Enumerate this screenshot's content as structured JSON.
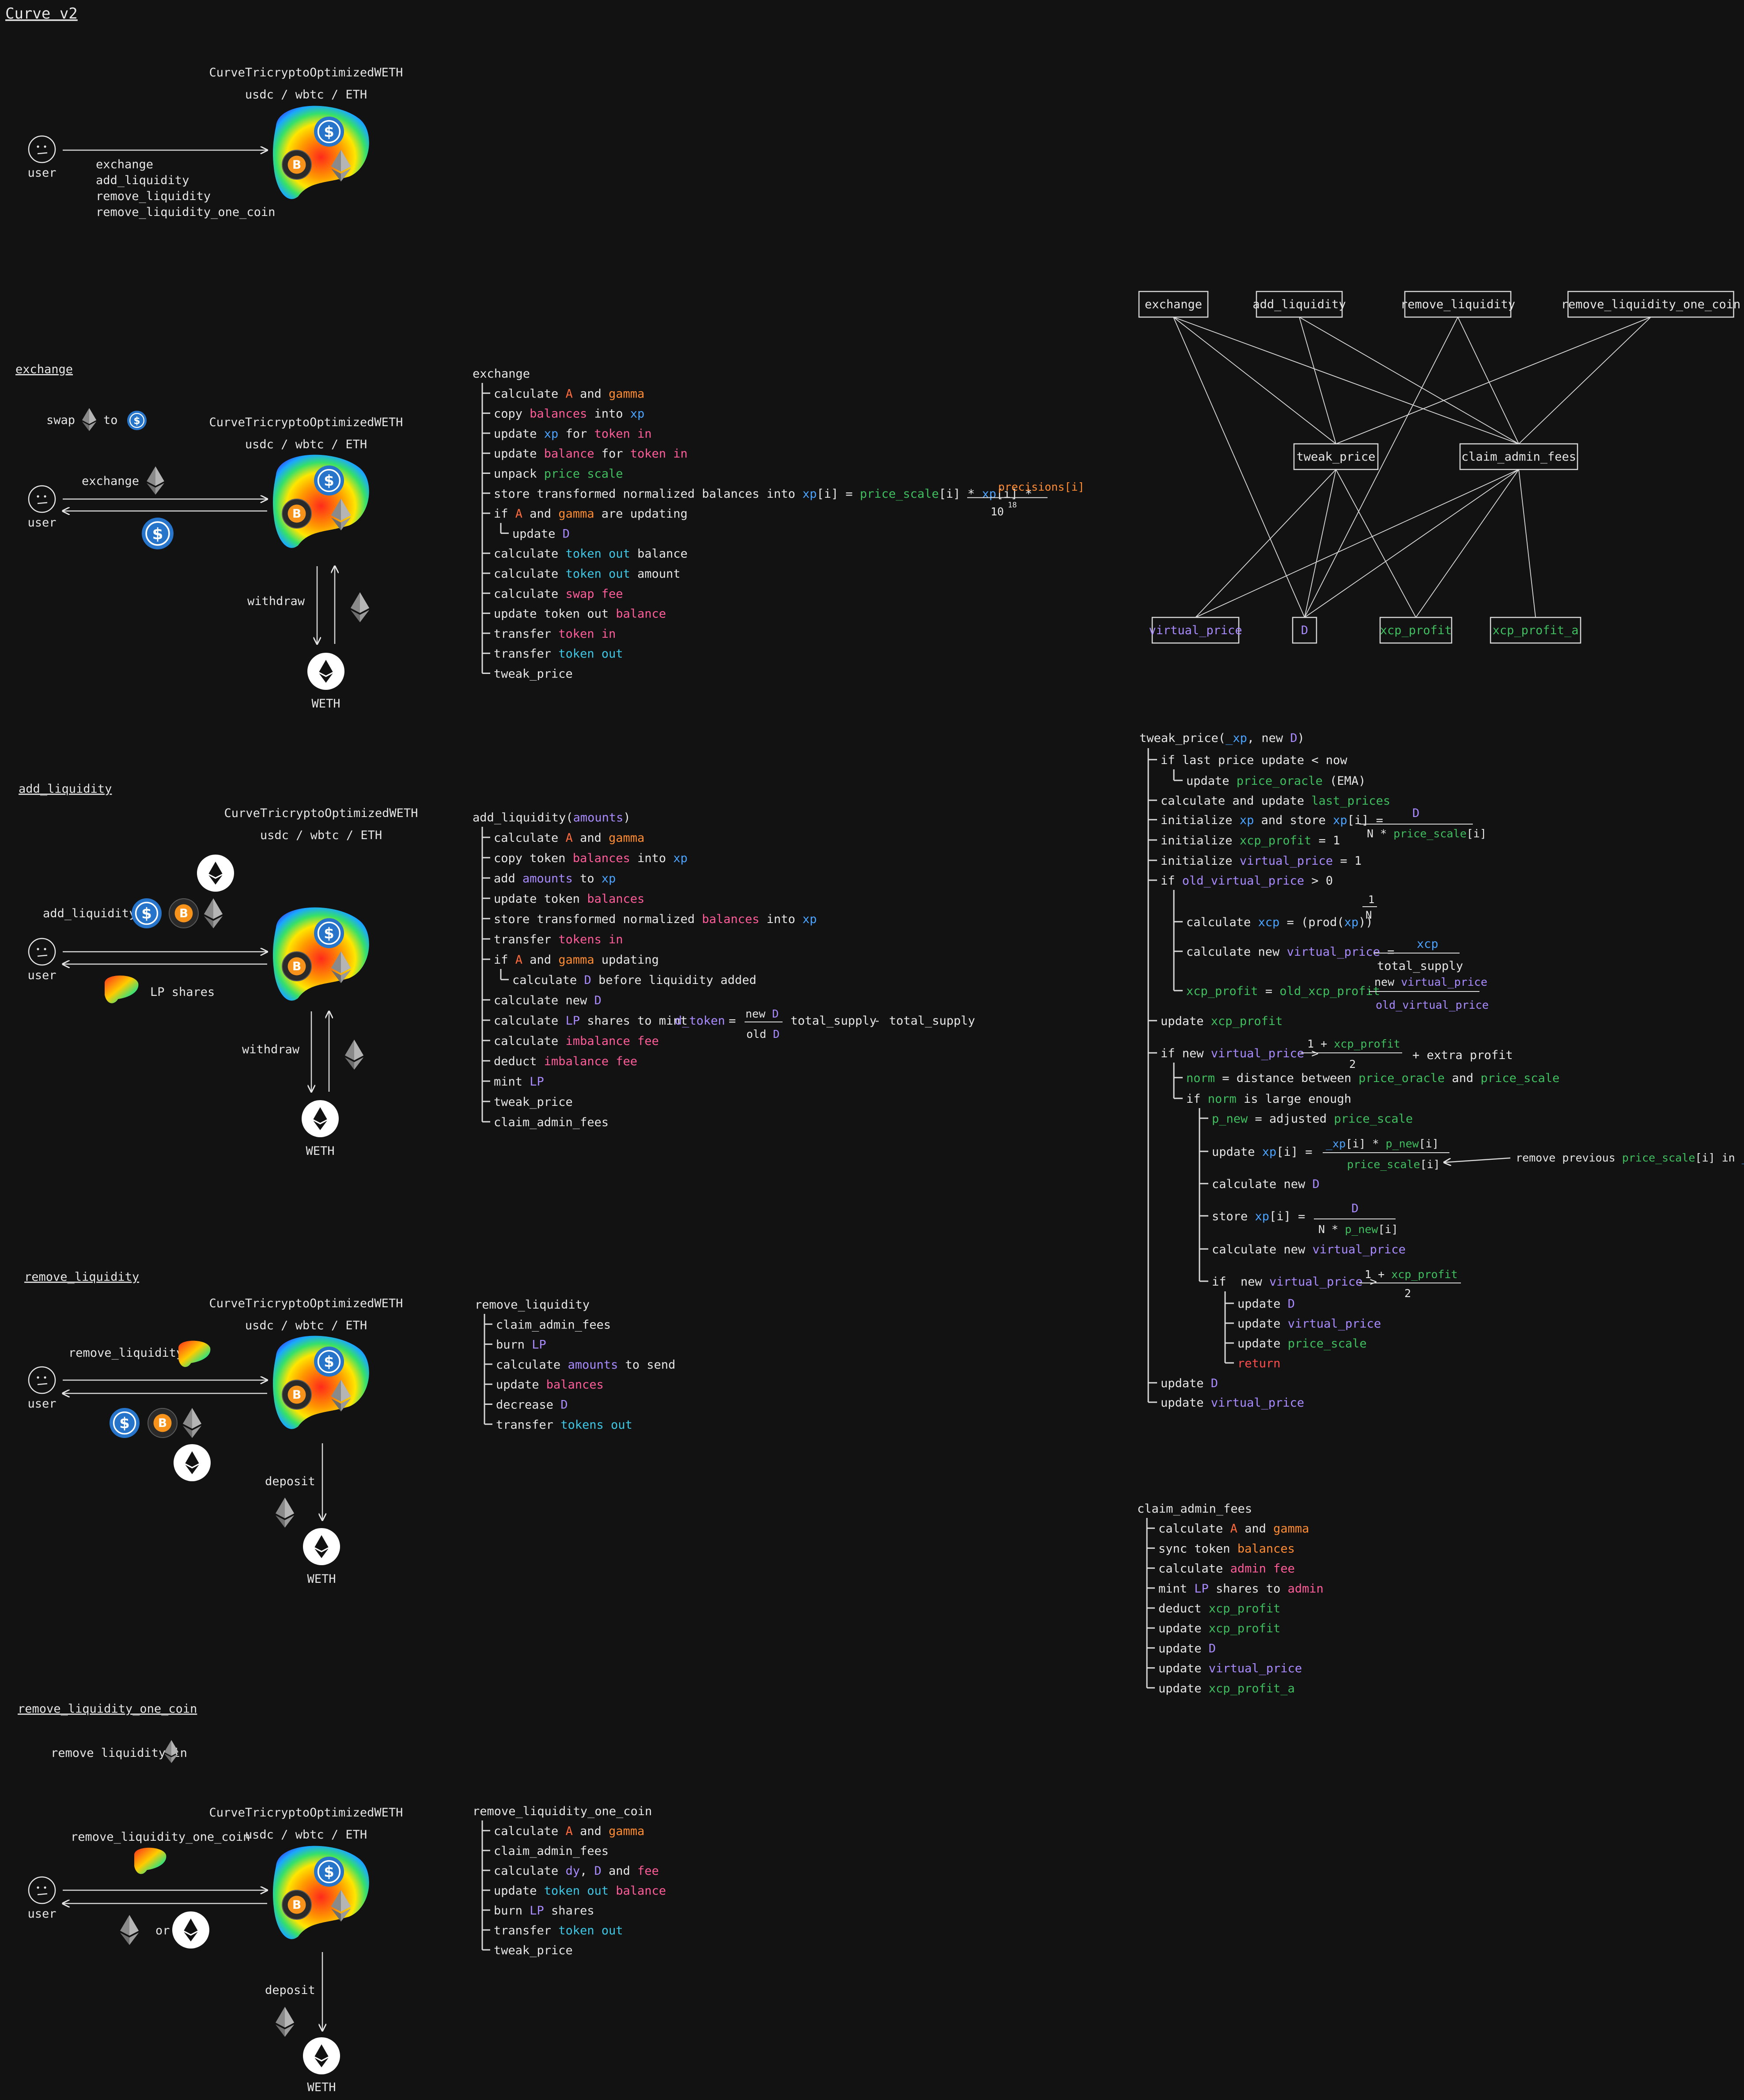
{
  "title": "Curve v2",
  "colors": {
    "bg": "#121212",
    "fg": "#e6e6e6",
    "line": "#d9d9d9",
    "A": "#ff6b3d",
    "gamma": "#ff8c33",
    "xp": "#4aa3ff",
    "blue": "#4aa3ff",
    "teal": "#3ec8e6",
    "green": "#3fbf5f",
    "purple": "#a98bff",
    "pink": "#ff5c9a",
    "red": "#ff4d4d",
    "orange": "#ff8c33"
  },
  "pool": {
    "name": "CurveTricryptoOptimizedWETH",
    "tokens": "usdc / wbtc / ETH",
    "icons": [
      "usdc-coin",
      "wbtc-coin",
      "eth-diamond"
    ]
  },
  "overview": {
    "user_label": "user",
    "functions": [
      "exchange",
      "add_liquidity",
      "remove_liquidity",
      "remove_liquidity_one_coin"
    ]
  },
  "exchange_section": {
    "heading": "exchange",
    "swap_label": "swap",
    "to_label": "to",
    "arrow_label": "exchange",
    "withdraw_label": "withdraw",
    "weth_label": "WETH",
    "user_label": "user"
  },
  "add_liquidity_section": {
    "heading": "add_liquidity",
    "arrow_label": "add_liquidity",
    "lp_label": "LP shares",
    "withdraw_label": "withdraw",
    "weth_label": "WETH",
    "user_label": "user"
  },
  "remove_liquidity_section": {
    "heading": "remove_liquidity",
    "arrow_label": "remove_liquidity",
    "deposit_label": "deposit",
    "weth_label": "WETH",
    "user_label": "user"
  },
  "remove_one_section": {
    "heading": "remove_liquidity_one_coin",
    "intro_label": "remove liquidity in",
    "arrow_label": "remove_liquidity_one_coin",
    "or_label": "or",
    "deposit_label": "deposit",
    "weth_label": "WETH",
    "user_label": "user"
  },
  "exchange_code": {
    "header": "exchange",
    "lines": [
      [
        [
          "calculate ",
          "fg"
        ],
        [
          "A",
          "A"
        ],
        [
          " and ",
          "fg"
        ],
        [
          "gamma",
          "gamma"
        ]
      ],
      [
        [
          "copy ",
          "fg"
        ],
        [
          "balances",
          "pink"
        ],
        [
          " into ",
          "fg"
        ],
        [
          "xp",
          "xp"
        ]
      ],
      [
        [
          "update ",
          "fg"
        ],
        [
          "xp",
          "xp"
        ],
        [
          " for ",
          "fg"
        ],
        [
          "token in",
          "pink"
        ]
      ],
      [
        [
          "update ",
          "fg"
        ],
        [
          "balance",
          "pink"
        ],
        [
          " for ",
          "fg"
        ],
        [
          "token in",
          "pink"
        ]
      ],
      [
        [
          "unpack ",
          "fg"
        ],
        [
          "price scale",
          "green"
        ]
      ],
      [
        [
          "store transformed normalized balances into ",
          "fg"
        ],
        [
          "xp",
          "xp"
        ],
        [
          "[i] = ",
          "fg"
        ],
        [
          "price_scale",
          "green"
        ],
        [
          "[i] * ",
          "fg"
        ],
        [
          "xp",
          "xp"
        ],
        [
          "[i] *",
          "fg"
        ]
      ],
      [
        [
          "if ",
          "fg"
        ],
        [
          "A",
          "A"
        ],
        [
          " and ",
          "fg"
        ],
        [
          "gamma",
          "gamma"
        ],
        [
          " are updating",
          "fg"
        ]
      ],
      [
        [
          "update ",
          "fg"
        ],
        [
          "D",
          "purple"
        ]
      ],
      [
        [
          "calculate ",
          "fg"
        ],
        [
          "token out",
          "teal"
        ],
        [
          " balance",
          "fg"
        ]
      ],
      [
        [
          "calculate ",
          "fg"
        ],
        [
          "token out",
          "teal"
        ],
        [
          " amount",
          "fg"
        ]
      ],
      [
        [
          "calculate ",
          "fg"
        ],
        [
          "swap fee",
          "pink"
        ]
      ],
      [
        [
          "update token out ",
          "fg"
        ],
        [
          "balance",
          "pink"
        ]
      ],
      [
        [
          "transfer ",
          "fg"
        ],
        [
          "token in",
          "pink"
        ]
      ],
      [
        [
          "transfer ",
          "fg"
        ],
        [
          "token out",
          "teal"
        ]
      ],
      [
        [
          "tweak_price",
          "fg"
        ]
      ]
    ],
    "fraction_num": "precisions[i]",
    "fraction_den": "10",
    "fraction_exp": "18"
  },
  "add_code": {
    "header": "add_liquidity(",
    "header_arg": "amounts",
    "header_close": ")",
    "lines": [
      [
        [
          "calculate ",
          "fg"
        ],
        [
          "A",
          "A"
        ],
        [
          " and ",
          "fg"
        ],
        [
          "gamma",
          "gamma"
        ]
      ],
      [
        [
          "copy token ",
          "fg"
        ],
        [
          "balances",
          "pink"
        ],
        [
          " into ",
          "fg"
        ],
        [
          "xp",
          "xp"
        ]
      ],
      [
        [
          "add ",
          "fg"
        ],
        [
          "amounts",
          "purple"
        ],
        [
          " to ",
          "fg"
        ],
        [
          "xp",
          "xp"
        ]
      ],
      [
        [
          "update token ",
          "fg"
        ],
        [
          "balances",
          "pink"
        ]
      ],
      [
        [
          "store transformed normalized ",
          "fg"
        ],
        [
          "balances",
          "pink"
        ],
        [
          " into ",
          "fg"
        ],
        [
          "xp",
          "xp"
        ]
      ],
      [
        [
          "transfer ",
          "fg"
        ],
        [
          "tokens in",
          "pink"
        ]
      ],
      [
        [
          "if ",
          "fg"
        ],
        [
          "A",
          "A"
        ],
        [
          " and ",
          "fg"
        ],
        [
          "gamma",
          "gamma"
        ],
        [
          " updating",
          "fg"
        ]
      ],
      [
        [
          "calculate ",
          "fg"
        ],
        [
          "D",
          "purple"
        ],
        [
          " before liquidity added",
          "fg"
        ]
      ],
      [
        [
          "calculate new ",
          "fg"
        ],
        [
          "D",
          "purple"
        ]
      ],
      [
        [
          "calculate ",
          "fg"
        ],
        [
          "LP",
          "purple"
        ],
        [
          " shares to mint",
          "fg"
        ]
      ],
      [
        [
          "calculate ",
          "fg"
        ],
        [
          "imbalance fee",
          "pink"
        ]
      ],
      [
        [
          "deduct ",
          "fg"
        ],
        [
          "imbalance fee",
          "pink"
        ]
      ],
      [
        [
          "mint ",
          "fg"
        ],
        [
          "LP",
          "purple"
        ]
      ],
      [
        [
          "tweak_price",
          "fg"
        ]
      ],
      [
        [
          "claim_admin_fees",
          "fg"
        ]
      ]
    ],
    "dtoken": "d_token",
    "eq": "=",
    "new_label": "new",
    "old_label": "old",
    "D_label": "D",
    "total_supply": "total_supply",
    "minus": "-"
  },
  "remove_code": {
    "header": "remove_liquidity",
    "lines": [
      [
        [
          "claim_admin_fees",
          "fg"
        ]
      ],
      [
        [
          "burn ",
          "fg"
        ],
        [
          "LP",
          "purple"
        ]
      ],
      [
        [
          "calculate ",
          "fg"
        ],
        [
          "amounts",
          "purple"
        ],
        [
          " to send",
          "fg"
        ]
      ],
      [
        [
          "update ",
          "fg"
        ],
        [
          "balances",
          "pink"
        ]
      ],
      [
        [
          "decrease ",
          "fg"
        ],
        [
          "D",
          "purple"
        ]
      ],
      [
        [
          "transfer ",
          "fg"
        ],
        [
          "tokens out",
          "teal"
        ]
      ]
    ]
  },
  "remove_one_code": {
    "header": "remove_liquidity_one_coin",
    "lines": [
      [
        [
          "calculate ",
          "fg"
        ],
        [
          "A",
          "A"
        ],
        [
          " and ",
          "fg"
        ],
        [
          "gamma",
          "gamma"
        ]
      ],
      [
        [
          "claim_admin_fees",
          "fg"
        ]
      ],
      [
        [
          "calculate ",
          "fg"
        ],
        [
          "dy",
          "purple"
        ],
        [
          ", ",
          "fg"
        ],
        [
          "D",
          "purple"
        ],
        [
          " and ",
          "fg"
        ],
        [
          "fee",
          "pink"
        ]
      ],
      [
        [
          "update ",
          "fg"
        ],
        [
          "token out",
          "teal"
        ],
        [
          " ",
          "fg"
        ],
        [
          "balance",
          "pink"
        ]
      ],
      [
        [
          "burn ",
          "fg"
        ],
        [
          "LP",
          "purple"
        ],
        [
          " shares",
          "fg"
        ]
      ],
      [
        [
          "transfer ",
          "fg"
        ],
        [
          "token out",
          "teal"
        ]
      ],
      [
        [
          "tweak_price",
          "fg"
        ]
      ]
    ]
  },
  "graph": {
    "top": [
      "exchange",
      "add_liquidity",
      "remove_liquidity",
      "remove_liquidity_one_coin"
    ],
    "middle": [
      "tweak_price",
      "claim_admin_fees"
    ],
    "bottom": [
      "virtual_price",
      "D",
      "xcp_profit",
      "xcp_profit_a"
    ]
  },
  "tweak_code": {
    "header": [
      [
        "tweak_price(",
        "fg"
      ],
      [
        "_xp",
        "xp"
      ],
      [
        ", new ",
        "fg"
      ],
      [
        "D",
        "purple"
      ],
      [
        ")",
        "fg"
      ]
    ],
    "lines": [
      [
        [
          "if last price update < now",
          "fg"
        ]
      ],
      [
        [
          "update ",
          "fg"
        ],
        [
          "price_oracle",
          "green"
        ],
        [
          " (EMA)",
          "fg"
        ]
      ],
      [
        [
          "calculate and update ",
          "fg"
        ],
        [
          "last_prices",
          "green"
        ]
      ],
      [
        [
          "initialize ",
          "fg"
        ],
        [
          "xp",
          "xp"
        ],
        [
          " and store ",
          "fg"
        ],
        [
          "xp",
          "xp"
        ],
        [
          "[i] =",
          "fg"
        ]
      ],
      [
        [
          "initialize ",
          "fg"
        ],
        [
          "xcp_profit",
          "green"
        ],
        [
          " = 1",
          "fg"
        ]
      ],
      [
        [
          "initialize ",
          "fg"
        ],
        [
          "virtual_price",
          "purple"
        ],
        [
          " = 1",
          "fg"
        ]
      ],
      [
        [
          "if ",
          "fg"
        ],
        [
          "old_virtual_price",
          "purple"
        ],
        [
          " > 0",
          "fg"
        ]
      ],
      [
        [
          "calculate ",
          "fg"
        ],
        [
          "xcp",
          "xp"
        ],
        [
          " = (prod(",
          "fg"
        ],
        [
          "xp",
          "xp"
        ],
        [
          "))",
          "fg"
        ]
      ],
      [
        [
          "calculate new ",
          "fg"
        ],
        [
          "virtual_price",
          "purple"
        ],
        [
          " =",
          "fg"
        ]
      ],
      [
        [
          "xcp_profit",
          "green"
        ],
        [
          " = ",
          "fg"
        ],
        [
          "old_xcp_profit",
          "green"
        ]
      ],
      [
        [
          "update ",
          "fg"
        ],
        [
          "xcp_profit",
          "green"
        ]
      ],
      [
        [
          "if new ",
          "fg"
        ],
        [
          "virtual_price",
          "purple"
        ],
        [
          " >",
          "fg"
        ]
      ],
      [
        [
          "norm",
          "green"
        ],
        [
          " = distance between ",
          "fg"
        ],
        [
          "price_oracle",
          "green"
        ],
        [
          " and ",
          "fg"
        ],
        [
          "price_scale",
          "green"
        ]
      ],
      [
        [
          "if ",
          "fg"
        ],
        [
          "norm",
          "green"
        ],
        [
          " is large enough",
          "fg"
        ]
      ],
      [
        [
          "p_new",
          "green"
        ],
        [
          " = adjusted ",
          "fg"
        ],
        [
          "price_scale",
          "green"
        ]
      ],
      [
        [
          "update ",
          "fg"
        ],
        [
          "xp",
          "xp"
        ],
        [
          "[i] =",
          "fg"
        ]
      ],
      [
        [
          "calculate new ",
          "fg"
        ],
        [
          "D",
          "purple"
        ]
      ],
      [
        [
          "store ",
          "fg"
        ],
        [
          "xp",
          "xp"
        ],
        [
          "[i] =",
          "fg"
        ]
      ],
      [
        [
          "calculate new ",
          "fg"
        ],
        [
          "virtual_price",
          "purple"
        ]
      ],
      [
        [
          "if  new ",
          "fg"
        ],
        [
          "virtual_price",
          "purple"
        ],
        [
          " >",
          "fg"
        ]
      ],
      [
        [
          "update ",
          "fg"
        ],
        [
          "D",
          "purple"
        ]
      ],
      [
        [
          "update ",
          "fg"
        ],
        [
          "virtual_price",
          "purple"
        ]
      ],
      [
        [
          "update ",
          "fg"
        ],
        [
          "price_scale",
          "green"
        ]
      ],
      [
        [
          "return",
          "red"
        ]
      ],
      [
        [
          "update ",
          "fg"
        ],
        [
          "D",
          "purple"
        ]
      ],
      [
        [
          "update ",
          "fg"
        ],
        [
          "virtual_price",
          "purple"
        ]
      ]
    ],
    "frac_xp_num": "D",
    "frac_xp_den_a": "N * ",
    "frac_xp_den_b": "price_scale",
    "frac_xp_den_c": "[i]",
    "root_num": "1",
    "root_den": "N",
    "vp_num": "xcp",
    "vp_den": "total_supply",
    "xcp_num_a": "new ",
    "xcp_num_b": "virtual_price",
    "xcp_den": "old_virtual_price",
    "half_num_a": "1 + ",
    "half_num_b": "xcp_profit",
    "half_den": "2",
    "extra_profit": "+ extra profit",
    "upd_num_a": "_xp",
    "upd_num_b": "[i] * ",
    "upd_num_c": "p_new",
    "upd_num_d": "[i]",
    "upd_den_a": "price_scale",
    "upd_den_b": "[i]",
    "store_num": "D",
    "store_den_a": "N * ",
    "store_den_b": "p_new",
    "store_den_c": "[i]",
    "note_a": "remove previous ",
    "note_b": "price_scale",
    "note_c": "[i] in ",
    "note_d": "_xp"
  },
  "claim_code": {
    "header": "claim_admin_fees",
    "lines": [
      [
        [
          "calculate ",
          "fg"
        ],
        [
          "A",
          "A"
        ],
        [
          " and ",
          "fg"
        ],
        [
          "gamma",
          "gamma"
        ]
      ],
      [
        [
          "sync token ",
          "fg"
        ],
        [
          "balances",
          "orange"
        ]
      ],
      [
        [
          "calculate ",
          "fg"
        ],
        [
          "admin fee",
          "pink"
        ]
      ],
      [
        [
          "mint ",
          "fg"
        ],
        [
          "LP",
          "purple"
        ],
        [
          " shares to ",
          "fg"
        ],
        [
          "admin",
          "pink"
        ]
      ],
      [
        [
          "deduct ",
          "fg"
        ],
        [
          "xcp_profit",
          "green"
        ]
      ],
      [
        [
          "update ",
          "fg"
        ],
        [
          "xcp_profit",
          "green"
        ]
      ],
      [
        [
          "update ",
          "fg"
        ],
        [
          "D",
          "purple"
        ]
      ],
      [
        [
          "update ",
          "fg"
        ],
        [
          "virtual_price",
          "purple"
        ]
      ],
      [
        [
          "update ",
          "fg"
        ],
        [
          "xcp_profit_a",
          "green"
        ]
      ]
    ]
  }
}
